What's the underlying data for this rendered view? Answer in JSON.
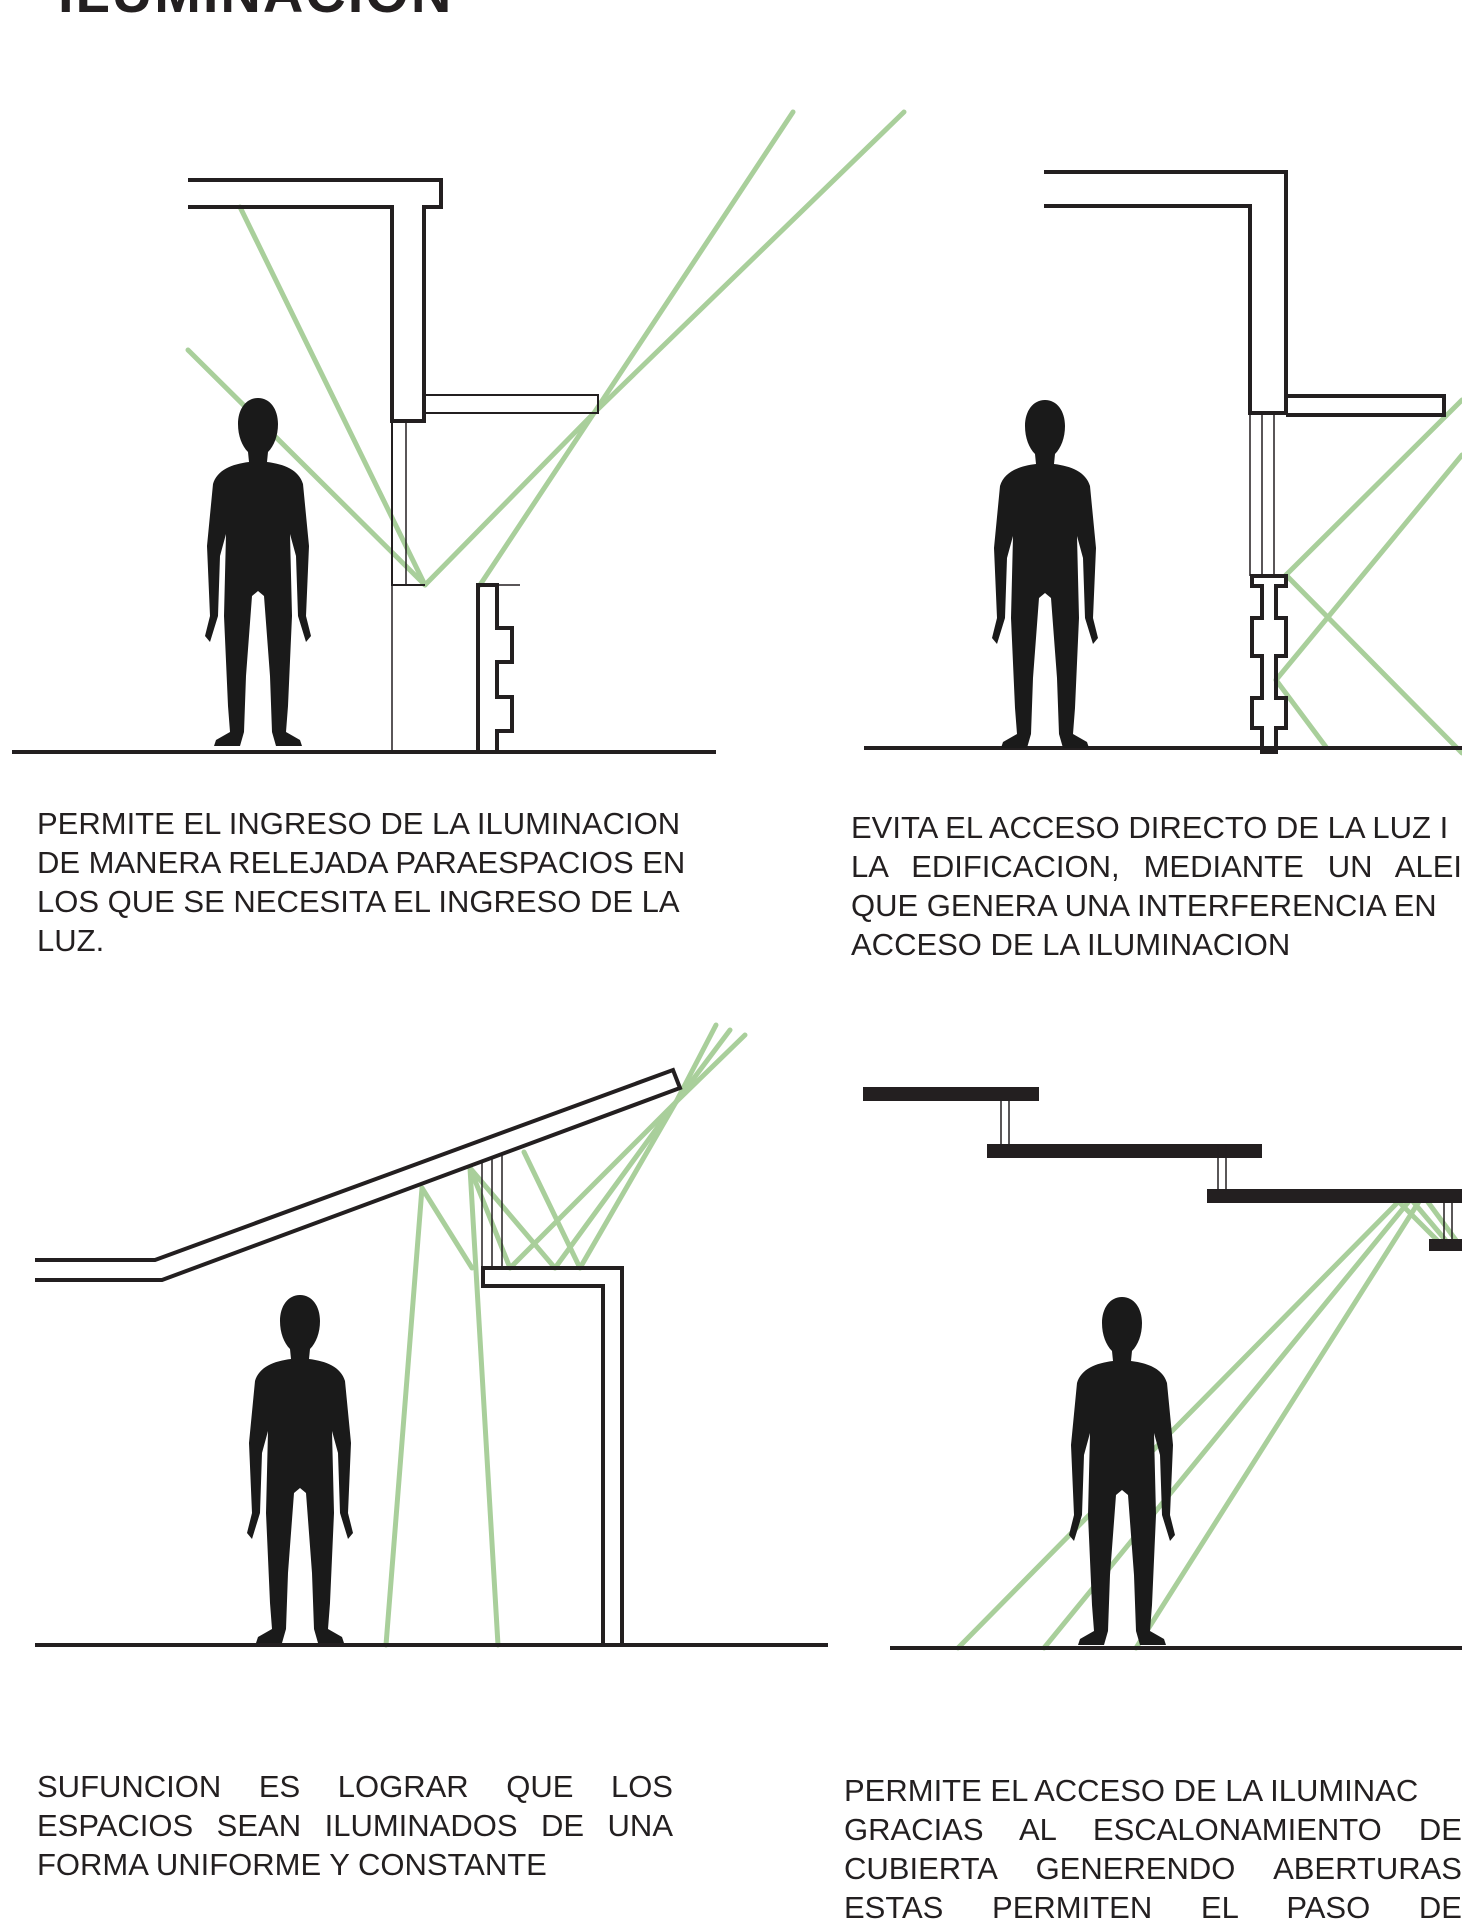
{
  "title": "ILUMINACION",
  "panels": [
    {
      "id": "panel-1",
      "caption_lines": [
        "PERMITE EL INGRESO DE LA ILUMINACION",
        "DE MANERA RELEJADA PARAESPACIOS EN",
        "LOS QUE SE NECESITA EL INGRESO DE LA",
        "LUZ."
      ]
    },
    {
      "id": "panel-2",
      "caption_lines": [
        "EVITA EL ACCESO DIRECTO DE LA LUZ I",
        "LA EDIFICACION, MEDIANTE UN ALEI",
        "QUE GENERA UNA INTERFERENCIA EN",
        "ACCESO DE LA ILUMINACION"
      ]
    },
    {
      "id": "panel-3",
      "caption_lines": [
        "SUFUNCION ES LOGRAR QUE LOS",
        "ESPACIOS SEAN ILUMINADOS DE UNA",
        "FORMA UNIFORME Y CONSTANTE"
      ]
    },
    {
      "id": "panel-4",
      "caption_lines": [
        "PERMITE EL ACCESO DE LA ILUMINAC",
        "GRACIAS AL ESCALONAMIENTO DE",
        "CUBIERTA GENERENDO ABERTURAS",
        "ESTAS PERMITEN EL PASO DE"
      ]
    }
  ],
  "colors": {
    "structure": "#231f20",
    "light_ray": "#a9cf9b",
    "silhouette": "#1a1a1a"
  }
}
